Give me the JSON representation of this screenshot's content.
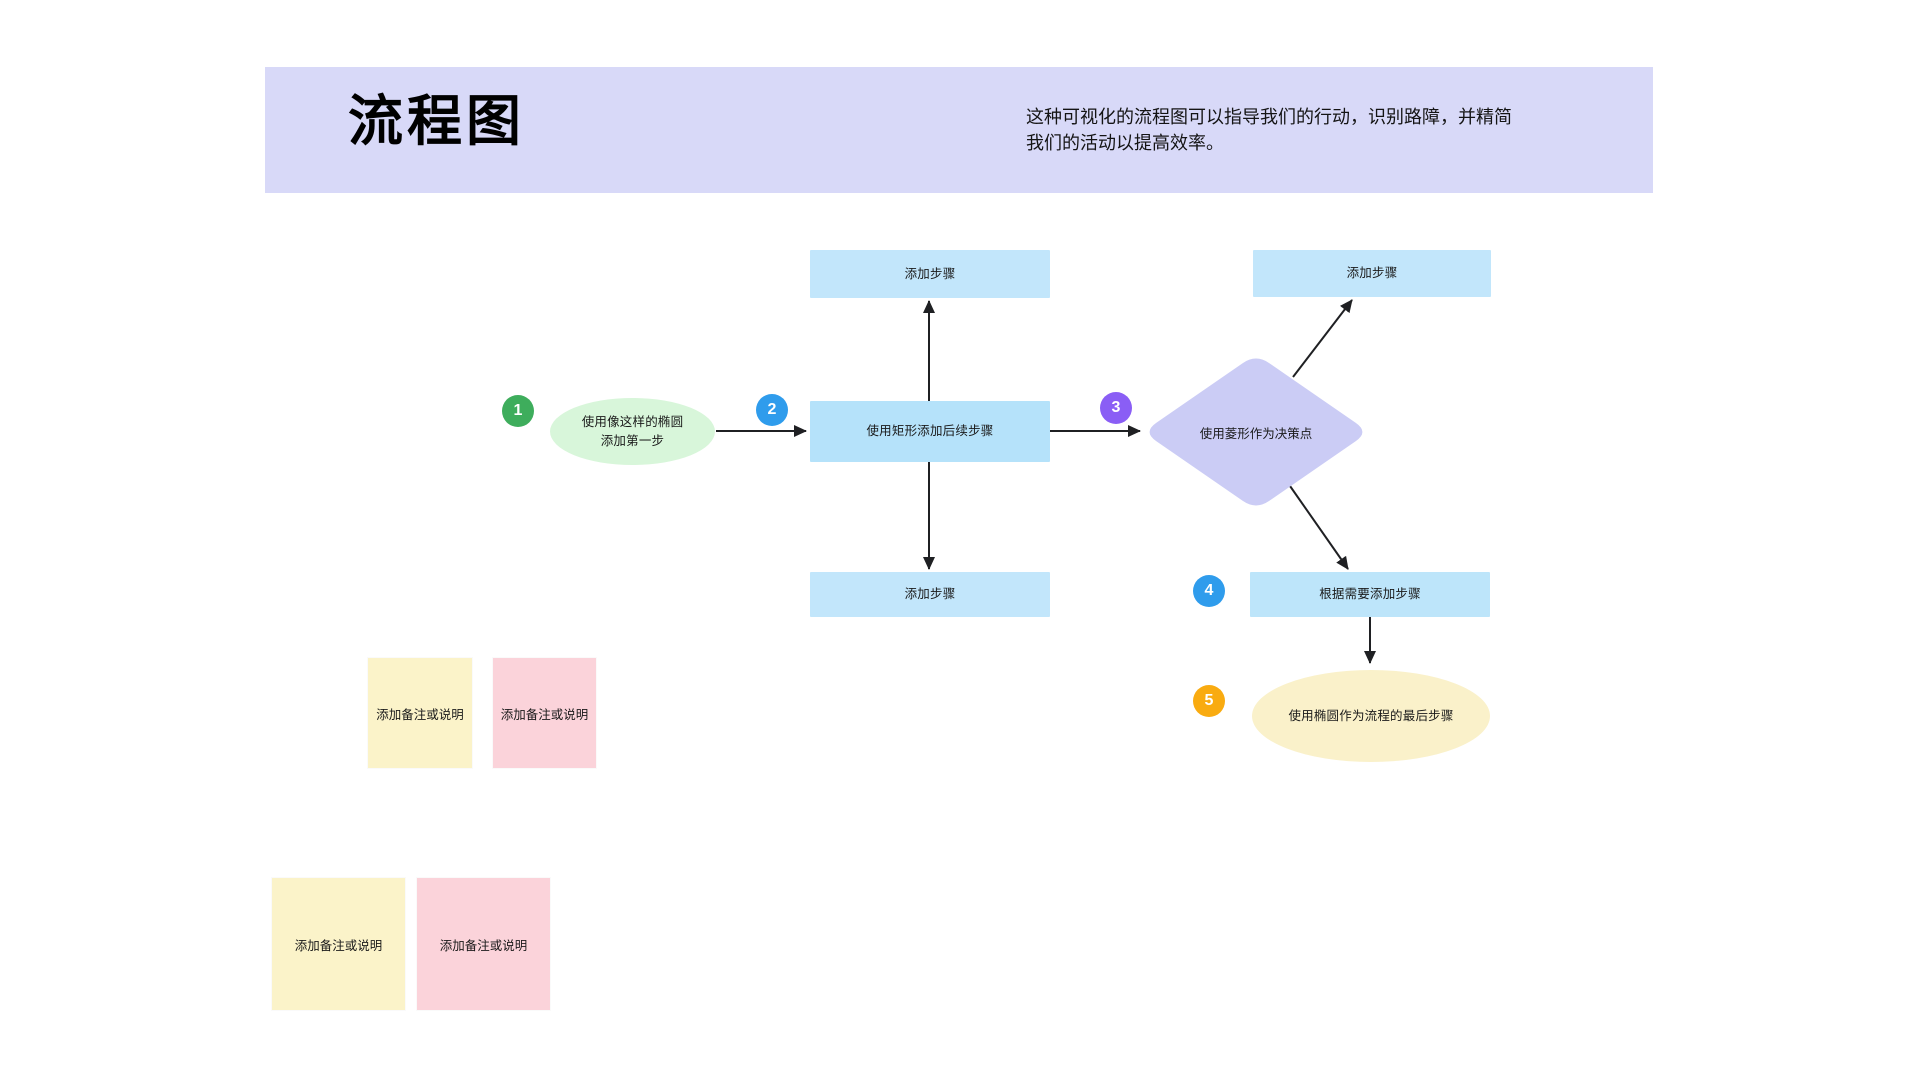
{
  "header": {
    "title": "流程图",
    "description_line1": "这种可视化的流程图可以指导我们的行动，识别路障，并精简",
    "description_line2": "我们的活动以提高效率。"
  },
  "flowchart": {
    "badges": [
      {
        "label": "1"
      },
      {
        "label": "2"
      },
      {
        "label": "3"
      },
      {
        "label": "4"
      },
      {
        "label": "5"
      }
    ],
    "nodes": {
      "start": {
        "line1": "使用像这样的椭圆",
        "line2": "添加第一步"
      },
      "step_top": {
        "label": "添加步骤"
      },
      "step_main": {
        "label": "使用矩形添加后续步骤"
      },
      "step_bottom": {
        "label": "添加步骤"
      },
      "decision": {
        "label": "使用菱形作为决策点"
      },
      "step_topright": {
        "label": "添加步骤"
      },
      "step_asneeded": {
        "label": "根据需要添加步骤"
      },
      "end": {
        "label": "使用椭圆作为流程的最后步骤"
      }
    },
    "notes": [
      {
        "label": "添加备注或说明"
      },
      {
        "label": "添加备注或说明"
      },
      {
        "label": "添加备注或说明"
      },
      {
        "label": "添加备注或说明"
      }
    ]
  },
  "colors": {
    "header_bg": "#d8d9f8",
    "text": "#1a1a1a",
    "connector": "#1f2023",
    "step_light_blue": "#c2e6fb",
    "step_main_blue": "#b5e2fa",
    "step_asneeded_blue": "#bde5fa",
    "decision_purple": "#cbccf5",
    "start_green": "#d8f6da",
    "end_yellow": "#faf1ca",
    "note_yellow": "#fbf3c9",
    "note_pink": "#fbd3da",
    "badge_green": "#3ead5c",
    "badge_blue": "#2f9cec",
    "badge_purple": "#8a5ef5",
    "badge_orange": "#f9ab10"
  }
}
